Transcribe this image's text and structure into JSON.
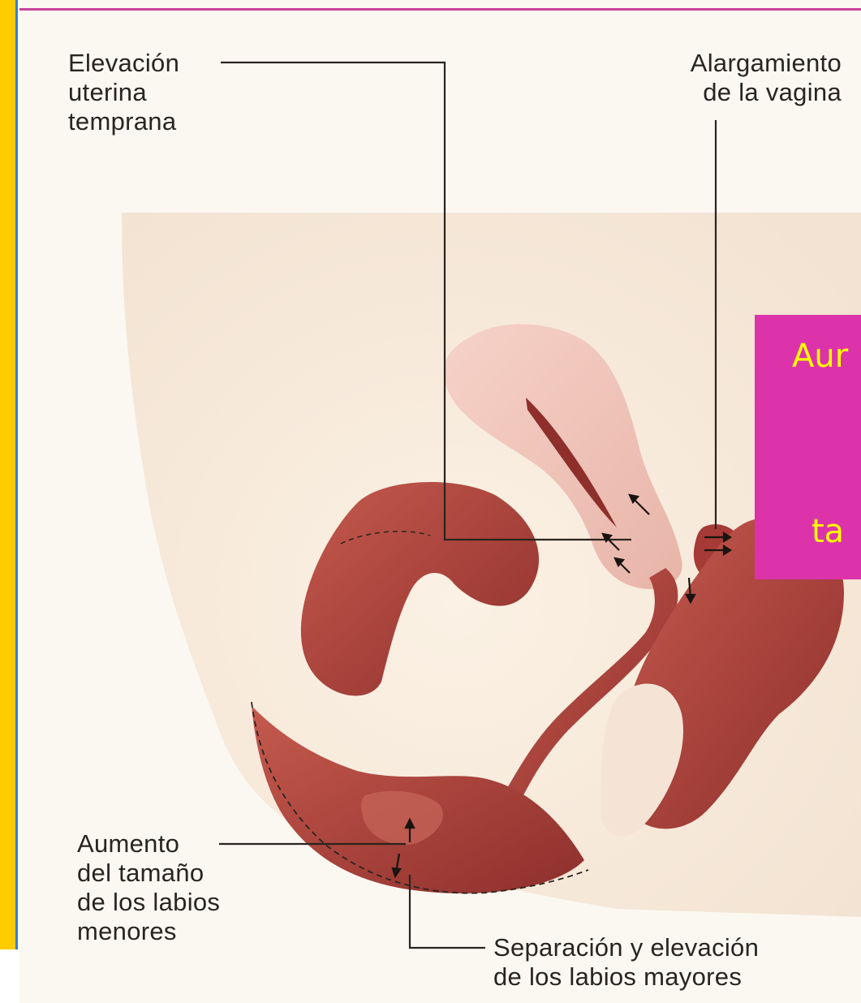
{
  "colors": {
    "side_bar": "#ffcc00",
    "side_line": "#3b7ec9",
    "top_rule": "#c7449b",
    "overlay_bg": "#dd33aa",
    "overlay_text": "#ffff00",
    "tissue_light": "#f2c7bf",
    "tissue_dark": "#b0453f",
    "label_text": "#2a2420"
  },
  "labels": {
    "elevacion": "Elevación\nuterina\ntemprana",
    "alargamiento": "Alargamiento\nde la vagina",
    "aumento": "Aumento\ndel tamaño\nde los labios\nmenores",
    "separacion": "Separación y elevación\nde los labios mayores"
  },
  "overlay": {
    "line1": "Aur",
    "line2": "ta"
  }
}
